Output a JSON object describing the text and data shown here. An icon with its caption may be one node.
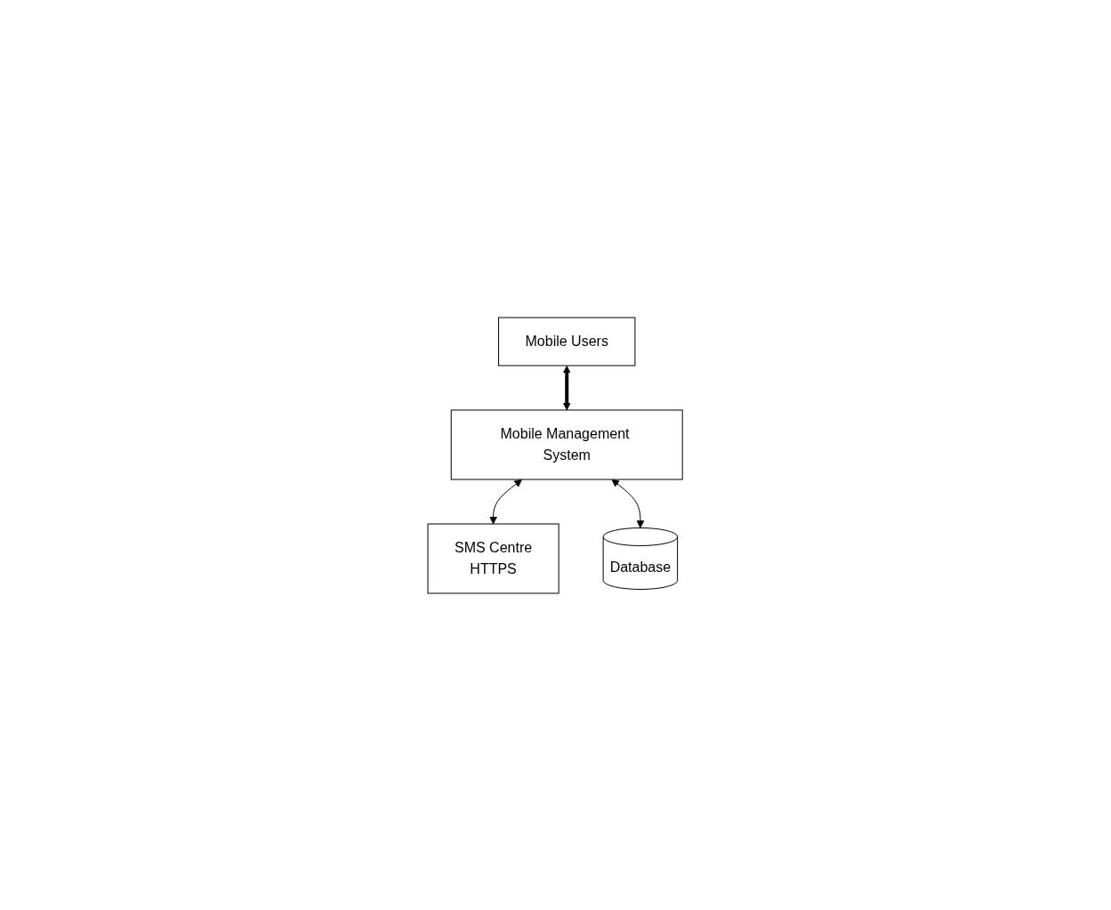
{
  "diagram": {
    "nodes": [
      {
        "text": [
          "Mobile Users"
        ]
      },
      {
        "text": [
          "Mobile Management System"
        ]
      },
      {
        "text": [
          "SMS Centre",
          "HTTPS"
        ]
      },
      {
        "text": [
          "Database"
        ]
      }
    ],
    "edges": [
      {
        "from": 0,
        "to": 1,
        "arrow": "both",
        "style": "thick"
      },
      {
        "from": 1,
        "to": 2,
        "arrow": "both"
      },
      {
        "from": 1,
        "to": 3,
        "arrow": "both"
      }
    ]
  }
}
